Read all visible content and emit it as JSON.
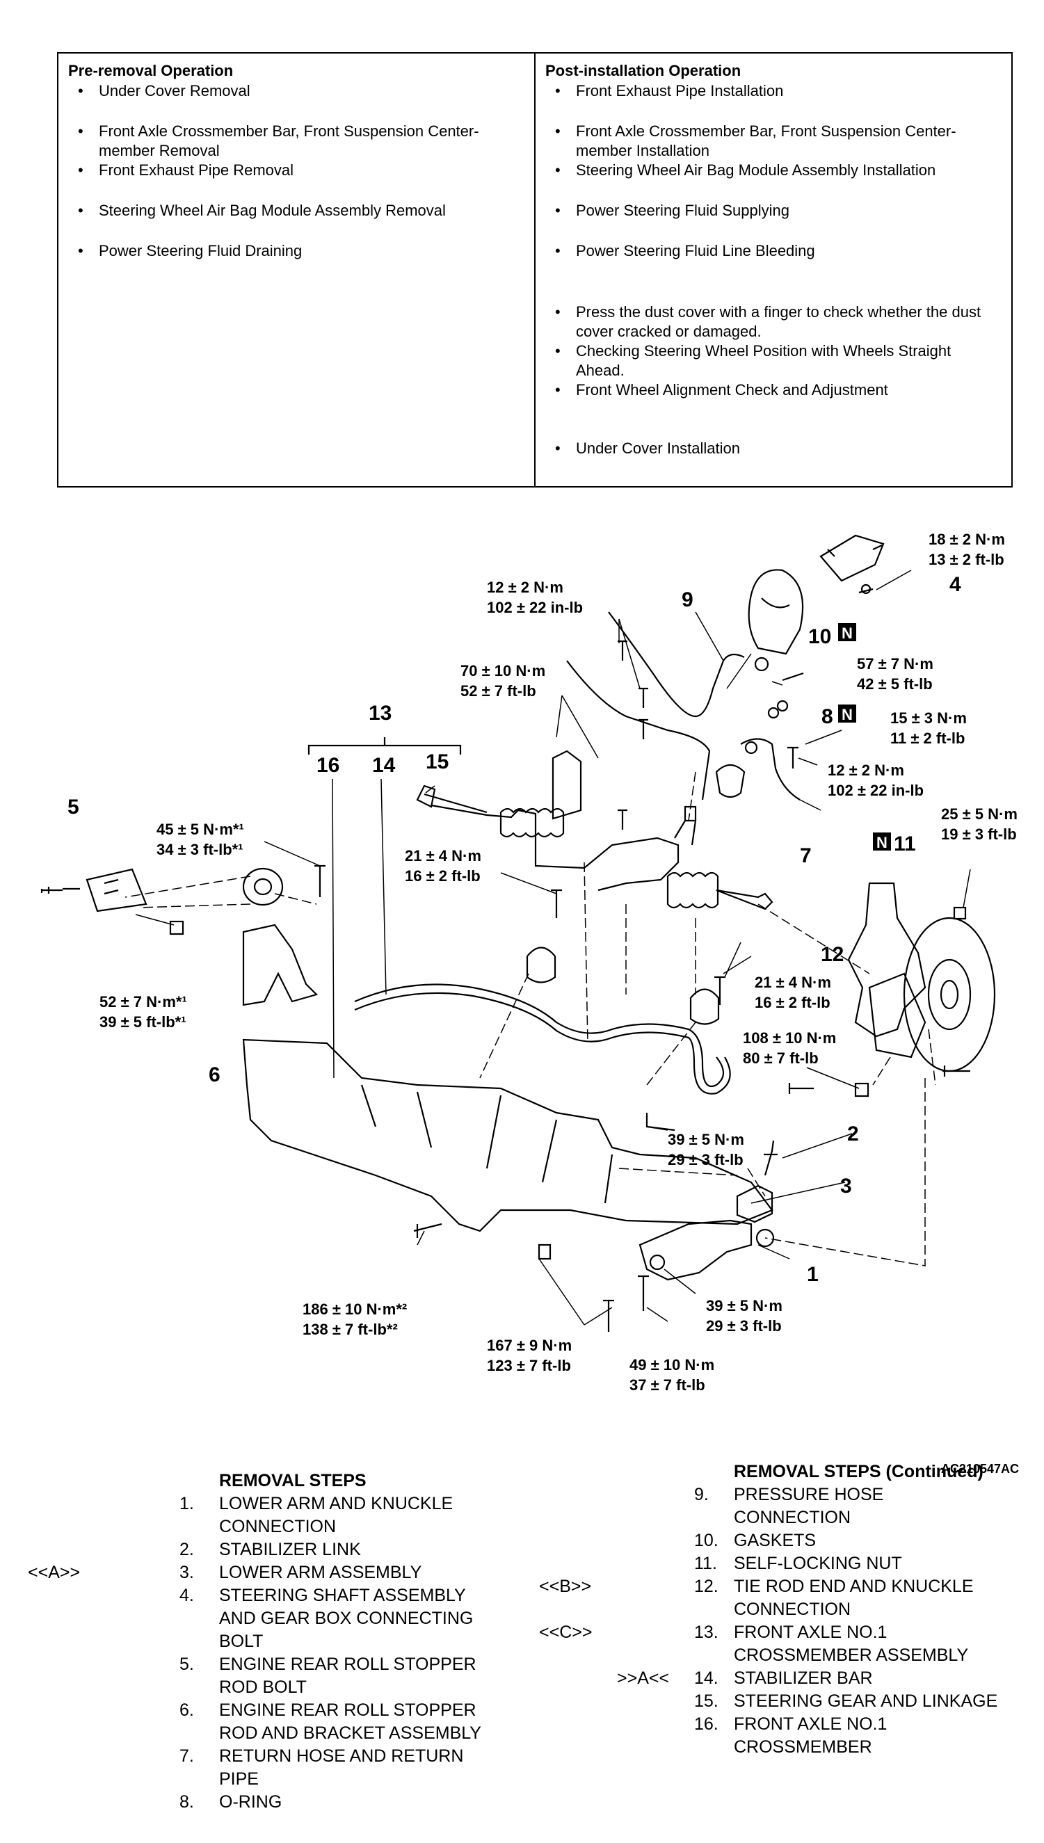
{
  "pre_removal": {
    "heading": "Pre-removal Operation",
    "items": [
      "Under Cover Removal",
      "Front Axle Crossmember Bar, Front Suspension Center-member Removal",
      "Front Exhaust Pipe Removal",
      "Steering Wheel Air Bag Module Assembly Removal",
      "Power Steering Fluid Draining"
    ]
  },
  "post_installation": {
    "heading": "Post-installation Operation",
    "items": [
      "Front Exhaust Pipe Installation",
      "Front Axle Crossmember Bar, Front Suspension Center-member Installation",
      "Steering Wheel Air Bag Module Assembly Installation",
      "Power Steering Fluid Supplying",
      "Power Steering Fluid Line Bleeding",
      "Press the dust cover with a finger to check whether the dust cover cracked or damaged.",
      "Checking Steering Wheel Position with Wheels Straight Ahead.",
      "Front Wheel Alignment Check and Adjustment",
      "Under Cover Installation"
    ]
  },
  "diagram": {
    "figure_id": "AC210547AC",
    "torque_labels": [
      [
        "18 ± 2 N·m",
        "13 ± 2 ft-lb"
      ],
      [
        "12 ± 2 N·m",
        "102 ± 22 in-lb"
      ],
      [
        "70 ± 10 N·m",
        "52 ± 7 ft-lb"
      ],
      [
        "57 ± 7 N·m",
        "42 ± 5 ft-lb"
      ],
      [
        "15 ± 3 N·m",
        "11 ± 2 ft-lb"
      ],
      [
        "12 ± 2 N·m",
        "102 ± 22 in-lb"
      ],
      [
        "25 ± 5 N·m",
        "19 ± 3 ft-lb"
      ],
      [
        "45 ± 5 N·m*¹",
        "34 ± 3 ft-lb*¹"
      ],
      [
        "21 ± 4 N·m",
        "16 ± 2 ft-lb"
      ],
      [
        "52 ± 7 N·m*¹",
        "39 ± 5 ft-lb*¹"
      ],
      [
        "21 ± 4 N·m",
        "16 ± 2 ft-lb"
      ],
      [
        "108 ± 10 N·m",
        "80 ± 7 ft-lb"
      ],
      [
        "39 ± 5 N·m",
        "29 ± 3 ft-lb"
      ],
      [
        "186 ± 10 N·m*²",
        "138 ± 7 ft-lb*²"
      ],
      [
        "39 ± 5 N·m",
        "29 ± 3 ft-lb"
      ],
      [
        "167 ± 9 N·m",
        "123 ± 7 ft-lb"
      ],
      [
        "49 ± 10 N·m",
        "37 ± 7 ft-lb"
      ]
    ],
    "part_numbers": [
      "1",
      "2",
      "3",
      "4",
      "5",
      "6",
      "7",
      "8",
      "9",
      "10",
      "11",
      "12",
      "13",
      "14",
      "15",
      "16"
    ],
    "n_marker": "N"
  },
  "removal_steps": {
    "title": "REMOVAL STEPS",
    "steps": [
      {
        "mark": "",
        "num": "1.",
        "lines": [
          "LOWER ARM AND KNUCKLE",
          "CONNECTION"
        ]
      },
      {
        "mark": "",
        "num": "2.",
        "lines": [
          "STABILIZER LINK"
        ]
      },
      {
        "mark": "<<A>>",
        "num": "3.",
        "lines": [
          "LOWER ARM ASSEMBLY"
        ]
      },
      {
        "mark": "",
        "num": "4.",
        "lines": [
          "STEERING SHAFT ASSEMBLY",
          "AND GEAR BOX CONNECTING",
          "BOLT"
        ]
      },
      {
        "mark": "",
        "num": "5.",
        "lines": [
          "ENGINE REAR ROLL STOPPER",
          "ROD BOLT"
        ]
      },
      {
        "mark": "",
        "num": "6.",
        "lines": [
          "ENGINE REAR ROLL STOPPER",
          "ROD AND BRACKET ASSEMBLY"
        ]
      },
      {
        "mark": "",
        "num": "7.",
        "lines": [
          "RETURN HOSE AND RETURN",
          "PIPE"
        ]
      },
      {
        "mark": "",
        "num": "8.",
        "lines": [
          "O-RING"
        ]
      }
    ]
  },
  "removal_steps_cont": {
    "title": "REMOVAL STEPS (Continued)",
    "steps": [
      {
        "mark": "",
        "num": "9.",
        "lines": [
          "PRESSURE HOSE",
          "CONNECTION"
        ]
      },
      {
        "mark": "",
        "num": "10.",
        "lines": [
          "GASKETS"
        ]
      },
      {
        "mark": "",
        "num": "11.",
        "lines": [
          "SELF-LOCKING NUT"
        ]
      },
      {
        "mark": "<<B>>",
        "num": "12.",
        "lines": [
          "TIE ROD END AND KNUCKLE",
          "CONNECTION"
        ]
      },
      {
        "mark": "<<C>>",
        "num": "13.",
        "lines": [
          "FRONT AXLE NO.1",
          "CROSSMEMBER ASSEMBLY"
        ]
      },
      {
        "mark": ">>A<<",
        "num": "14.",
        "lines": [
          "STABILIZER BAR"
        ]
      },
      {
        "mark": "",
        "num": "15.",
        "lines": [
          "STEERING GEAR AND LINKAGE"
        ]
      },
      {
        "mark": "",
        "num": "16.",
        "lines": [
          "FRONT AXLE NO.1",
          "CROSSMEMBER"
        ]
      }
    ]
  }
}
